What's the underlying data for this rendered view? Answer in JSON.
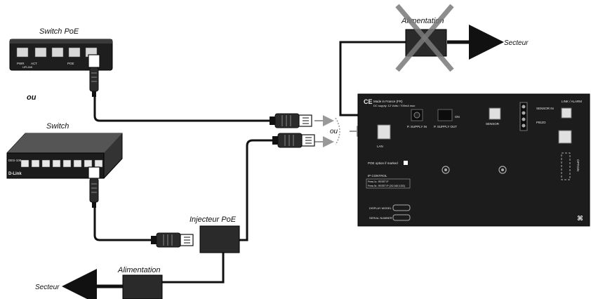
{
  "labels": {
    "switch_poe": "Switch PoE",
    "ou_left": "ou",
    "switch": "Switch",
    "ou_center": "ou",
    "injecteur": "Injecteur PoE",
    "alim_bottom": "Alimentation",
    "secteur_bottom": "Secteur",
    "alim_top": "Alimentation",
    "secteur_top": "Secteur"
  },
  "switch_poe_panel": {
    "pwr": "PWR",
    "act": "ACT",
    "uplink": "UPLINK",
    "poe": "POE"
  },
  "switch_panel": {
    "model": "DES-108",
    "brand": "D-Link"
  },
  "device": {
    "ce": "CE",
    "made_in": "Made in France (FR)",
    "dc_supply": "DC supply: 12 Volts / 700mA max",
    "p_supply_in": "P. SUPPLY IN",
    "p_supply_out": "P. SUPPLY OUT",
    "on": "ON",
    "sensor": "SENSOR",
    "sensor_in": "SENSOR IN",
    "piezo": "PIEZO",
    "link_alarm": "LINK / ALARM",
    "lan": "LAN",
    "poe_option": "POE option if marked",
    "ip_control": "IP CONTROL",
    "press1": "Press 1s : RESET IP",
    "press5": "Press 5s : RESET IP (192.168.0.253)",
    "option": "OPTION",
    "display_model": "DISPLAY MODEL",
    "serial_number": "SERIAL NUMBER"
  },
  "colors": {
    "ink": "#111111",
    "cross": "#7a7a7a",
    "device_body": "#1c1c1c",
    "box": "#2a2a2a"
  }
}
